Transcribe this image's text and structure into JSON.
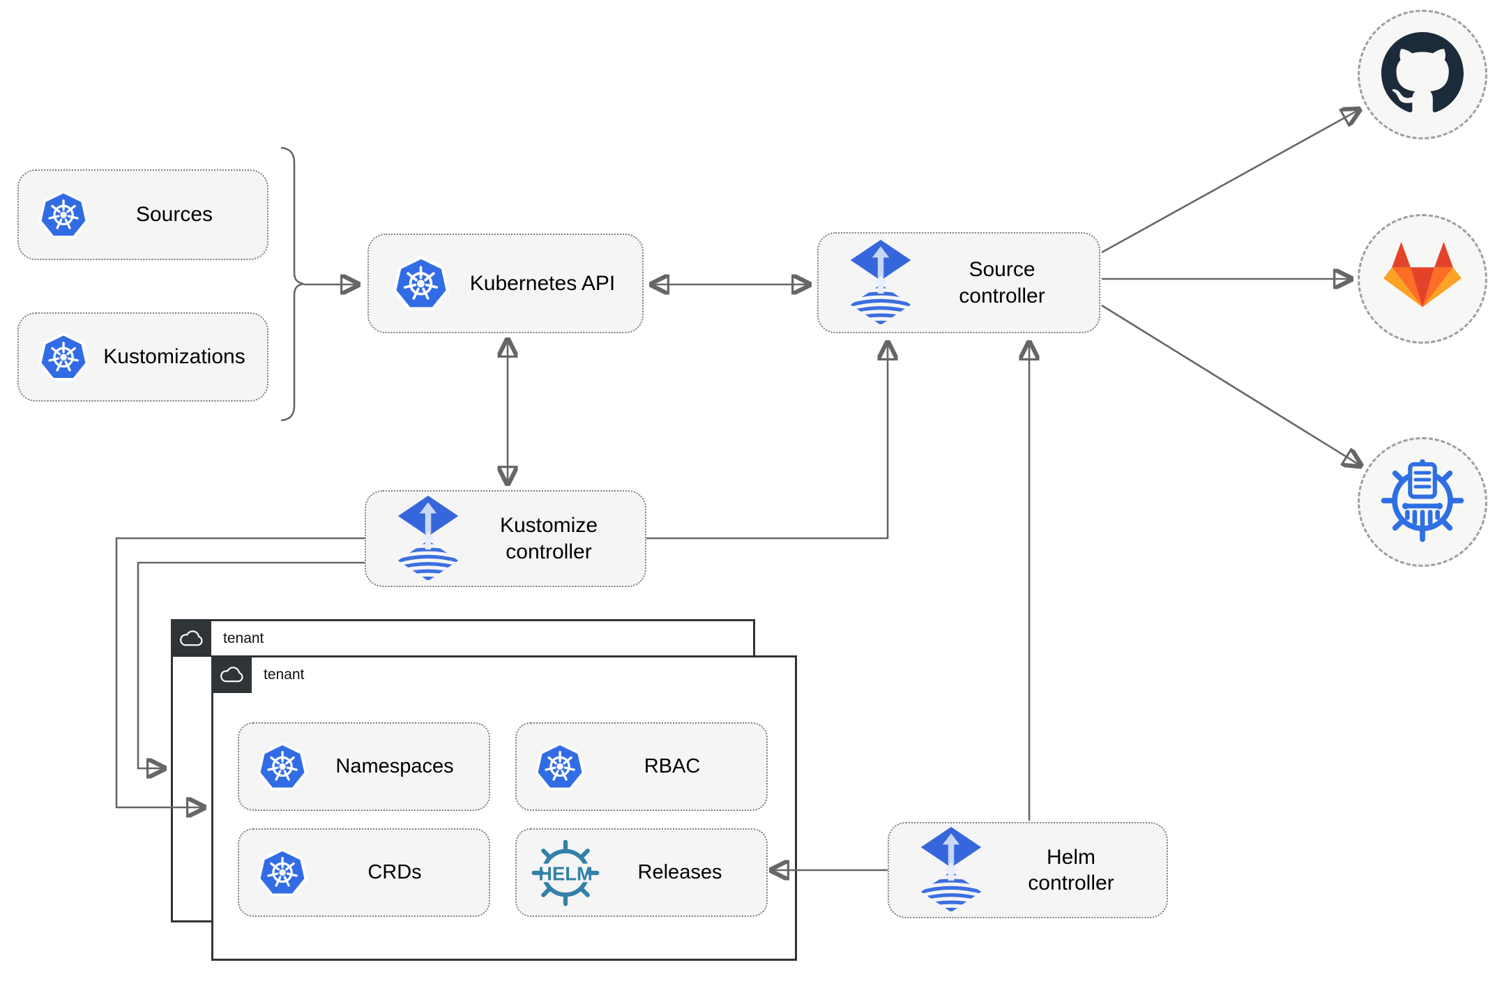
{
  "nodes": {
    "sources": {
      "label": "Sources",
      "icon": "kubernetes"
    },
    "kustomizations": {
      "label": "Kustomizations",
      "icon": "kubernetes"
    },
    "kubernetes_api": {
      "label": "Kubernetes API",
      "icon": "kubernetes"
    },
    "source_controller": {
      "label": "Source\ncontroller",
      "icon": "flux"
    },
    "kustomize_controller": {
      "label": "Kustomize\ncontroller",
      "icon": "flux"
    },
    "helm_controller": {
      "label": "Helm\ncontroller",
      "icon": "flux"
    },
    "tenant_back": {
      "label": "tenant",
      "icon": "cloud"
    },
    "tenant_front": {
      "label": "tenant",
      "icon": "cloud"
    },
    "namespaces": {
      "label": "Namespaces",
      "icon": "kubernetes"
    },
    "rbac": {
      "label": "RBAC",
      "icon": "kubernetes"
    },
    "crds": {
      "label": "CRDs",
      "icon": "kubernetes"
    },
    "releases": {
      "label": "Releases",
      "icon": "helm"
    }
  },
  "icons": {
    "helm_wordmark": "HELM",
    "external_targets": [
      "github-icon",
      "gitlab-icon",
      "chartmuseum-icon"
    ]
  },
  "connections": [
    {
      "from": "sources+kustomizations",
      "to": "kubernetes_api",
      "style": "arrow"
    },
    {
      "from": "kubernetes_api",
      "to": "source_controller",
      "style": "double-arrow"
    },
    {
      "from": "kubernetes_api",
      "to": "kustomize_controller",
      "style": "double-arrow"
    },
    {
      "from": "kustomize_controller",
      "to": "source_controller",
      "style": "arrow"
    },
    {
      "from": "helm_controller",
      "to": "source_controller",
      "style": "arrow"
    },
    {
      "from": "kustomize_controller",
      "to": "tenant_front",
      "style": "arrow"
    },
    {
      "from": "kustomize_controller",
      "to": "tenant_back",
      "style": "arrow"
    },
    {
      "from": "helm_controller",
      "to": "releases",
      "style": "arrow"
    },
    {
      "from": "source_controller",
      "to": "github",
      "style": "arrow"
    },
    {
      "from": "source_controller",
      "to": "gitlab",
      "style": "arrow"
    },
    {
      "from": "source_controller",
      "to": "chartmuseum",
      "style": "arrow"
    }
  ],
  "colors": {
    "kubernetes_blue": "#326CE5",
    "flux_blue": "#3666DB",
    "flux_stripe_blue": "#3B6FE0",
    "helm_teal": "#3380A8",
    "github_dark": "#1B2B3A",
    "gitlab_orange": "#E24329",
    "gitlab_mid_orange": "#FC6D26",
    "gitlab_amber": "#FCA326",
    "chartmuseum_blue": "#2F6FE4",
    "tenant_header_dark": "#2F3437",
    "connector_gray": "#666666",
    "node_fill": "#F5F5F5"
  }
}
